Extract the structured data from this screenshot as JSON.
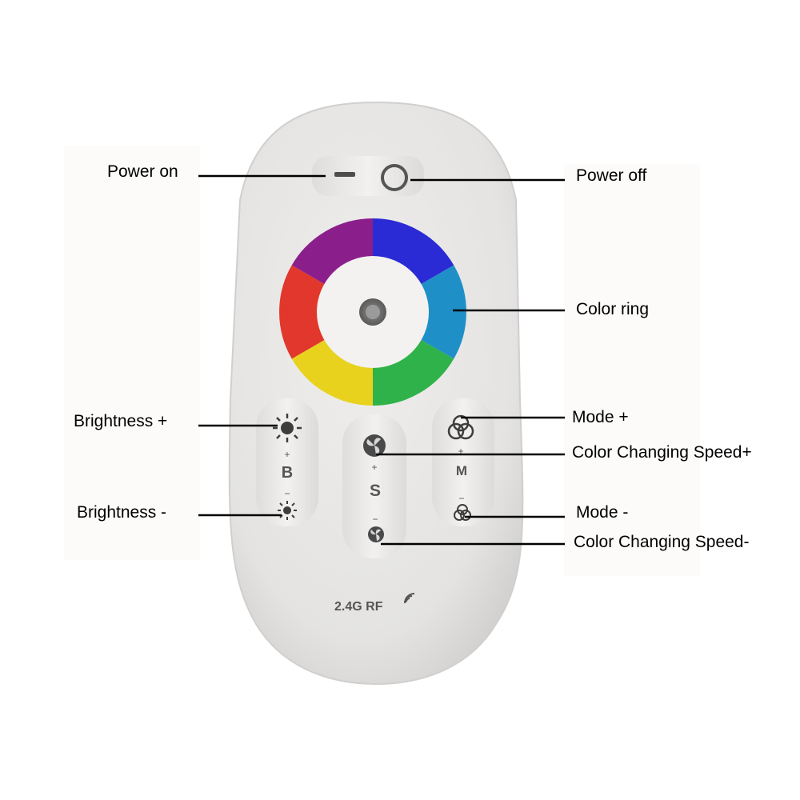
{
  "labels": {
    "power_on": "Power on",
    "power_off": "Power off",
    "color_ring": "Color ring",
    "brightness_plus": "Brightness +",
    "brightness_minus": "Brightness -",
    "mode_plus": "Mode +",
    "speed_plus": "Color Changing Speed+",
    "mode_minus": "Mode -",
    "speed_minus": "Color Changing Speed-"
  },
  "remote": {
    "brightness_letter": "B",
    "speed_letter": "S",
    "mode_letter": "M",
    "plus_sign": "+",
    "minus_sign": "−",
    "rf_text": "2.4G RF"
  },
  "colors": {
    "remote_body": "#e6e5e3",
    "button_pad": "#f0efed",
    "icon_dark": "#4d4d4d",
    "leader_line": "#000000"
  },
  "icons": [
    "power-on-dash-icon",
    "power-off-circle-icon",
    "color-ring-icon",
    "sun-large-icon",
    "sun-small-icon",
    "speed-fan-icon",
    "mode-circles-icon",
    "rf-signal-icon"
  ]
}
